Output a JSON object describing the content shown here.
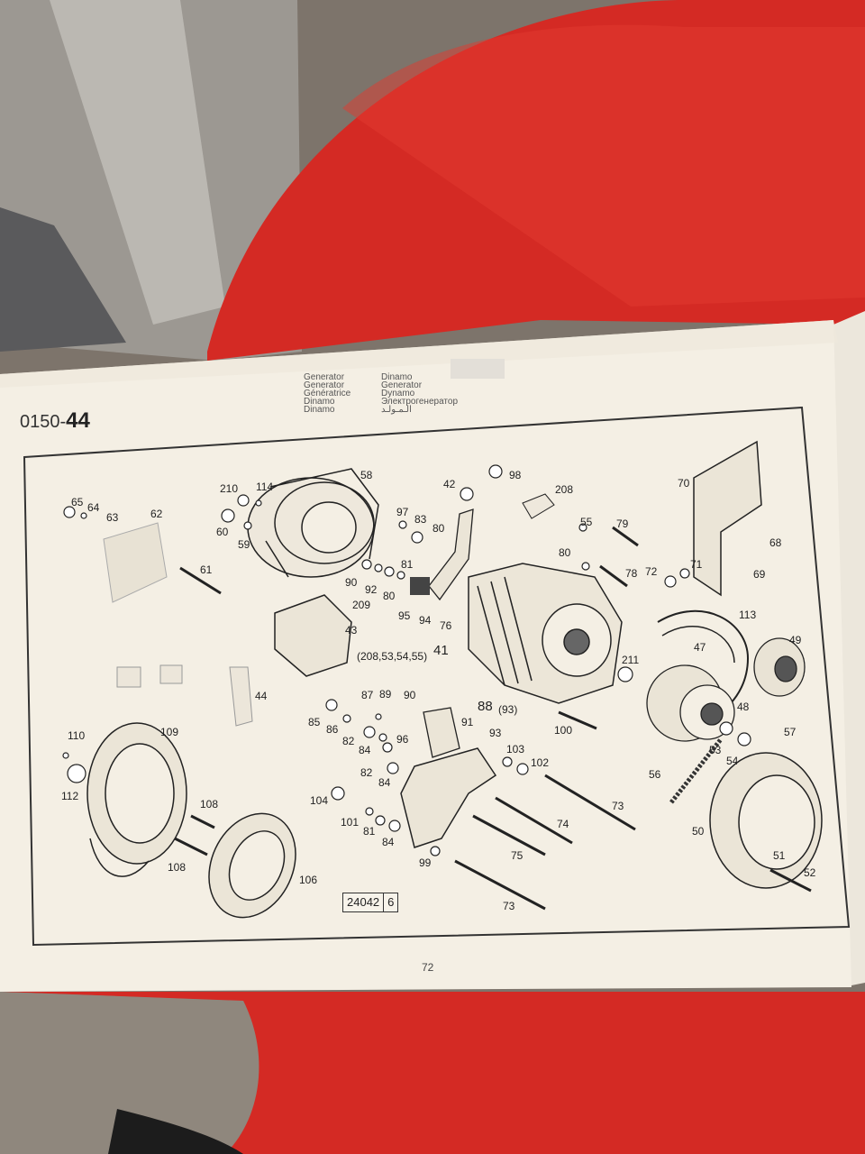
{
  "header": {
    "left_lines": [
      "Generator",
      "Generator",
      "Génératrice",
      "Dinamo",
      "Dinamo"
    ],
    "right_lines": [
      "Dinamo",
      "Generator",
      "Dynamo",
      "Электрогенератор"
    ],
    "arabic_line": "الـمـولـد"
  },
  "section": {
    "prefix": "0150-",
    "number": "44"
  },
  "reference": {
    "main": "24042",
    "suffix": "6"
  },
  "page_number": "72",
  "group_note": "(208,53,54,55)",
  "part_labels": [
    {
      "id": "l58",
      "text": "58"
    },
    {
      "id": "l210",
      "text": "210"
    },
    {
      "id": "l114",
      "text": "114"
    },
    {
      "id": "l60",
      "text": "60"
    },
    {
      "id": "l59",
      "text": "59"
    },
    {
      "id": "l65",
      "text": "65"
    },
    {
      "id": "l64",
      "text": "64"
    },
    {
      "id": "l63",
      "text": "63"
    },
    {
      "id": "l62",
      "text": "62"
    },
    {
      "id": "l61",
      "text": "61"
    },
    {
      "id": "l42",
      "text": "42"
    },
    {
      "id": "l98",
      "text": "98"
    },
    {
      "id": "l208",
      "text": "208"
    },
    {
      "id": "l97",
      "text": "97"
    },
    {
      "id": "l83",
      "text": "83"
    },
    {
      "id": "l80a",
      "text": "80"
    },
    {
      "id": "l55",
      "text": "55"
    },
    {
      "id": "l79",
      "text": "79"
    },
    {
      "id": "l70",
      "text": "70"
    },
    {
      "id": "l68",
      "text": "68"
    },
    {
      "id": "l80b",
      "text": "80"
    },
    {
      "id": "l78",
      "text": "78"
    },
    {
      "id": "l71",
      "text": "71"
    },
    {
      "id": "l72",
      "text": "72"
    },
    {
      "id": "l69",
      "text": "69"
    },
    {
      "id": "l81",
      "text": "81"
    },
    {
      "id": "l90a",
      "text": "90"
    },
    {
      "id": "l92",
      "text": "92"
    },
    {
      "id": "l80c",
      "text": "80"
    },
    {
      "id": "l209",
      "text": "209"
    },
    {
      "id": "l95",
      "text": "95"
    },
    {
      "id": "l94",
      "text": "94"
    },
    {
      "id": "l76",
      "text": "76"
    },
    {
      "id": "l43",
      "text": "43"
    },
    {
      "id": "l41",
      "text": "41"
    },
    {
      "id": "l113",
      "text": "113"
    },
    {
      "id": "l47",
      "text": "47"
    },
    {
      "id": "l49",
      "text": "49"
    },
    {
      "id": "l211",
      "text": "211"
    },
    {
      "id": "l44",
      "text": "44"
    },
    {
      "id": "l87",
      "text": "87"
    },
    {
      "id": "l89",
      "text": "89"
    },
    {
      "id": "l90b",
      "text": "90"
    },
    {
      "id": "l88",
      "text": "88"
    },
    {
      "id": "l93a",
      "text": "(93)"
    },
    {
      "id": "l85",
      "text": "85"
    },
    {
      "id": "l86",
      "text": "86"
    },
    {
      "id": "l82a",
      "text": "82"
    },
    {
      "id": "l91",
      "text": "91"
    },
    {
      "id": "l93b",
      "text": "93"
    },
    {
      "id": "l100",
      "text": "100"
    },
    {
      "id": "l48",
      "text": "48"
    },
    {
      "id": "l57",
      "text": "57"
    },
    {
      "id": "l96",
      "text": "96"
    },
    {
      "id": "l84a",
      "text": "84"
    },
    {
      "id": "l103",
      "text": "103"
    },
    {
      "id": "l102",
      "text": "102"
    },
    {
      "id": "l53",
      "text": "53"
    },
    {
      "id": "l54",
      "text": "54"
    },
    {
      "id": "l110",
      "text": "110"
    },
    {
      "id": "l109",
      "text": "109"
    },
    {
      "id": "l82b",
      "text": "82"
    },
    {
      "id": "l84b",
      "text": "84"
    },
    {
      "id": "l56",
      "text": "56"
    },
    {
      "id": "l112",
      "text": "112"
    },
    {
      "id": "l104",
      "text": "104"
    },
    {
      "id": "l108a",
      "text": "108"
    },
    {
      "id": "l73a",
      "text": "73"
    },
    {
      "id": "l101",
      "text": "101"
    },
    {
      "id": "l81b",
      "text": "81"
    },
    {
      "id": "l84c",
      "text": "84"
    },
    {
      "id": "l74",
      "text": "74"
    },
    {
      "id": "l50",
      "text": "50"
    },
    {
      "id": "l108b",
      "text": "108"
    },
    {
      "id": "l99",
      "text": "99"
    },
    {
      "id": "l75",
      "text": "75"
    },
    {
      "id": "l51",
      "text": "51"
    },
    {
      "id": "l106",
      "text": "106"
    },
    {
      "id": "l52",
      "text": "52"
    },
    {
      "id": "l73b",
      "text": "73"
    }
  ],
  "colors": {
    "seat_red": "#d42a24",
    "paper": "#f4efe4",
    "ink": "#222222"
  }
}
